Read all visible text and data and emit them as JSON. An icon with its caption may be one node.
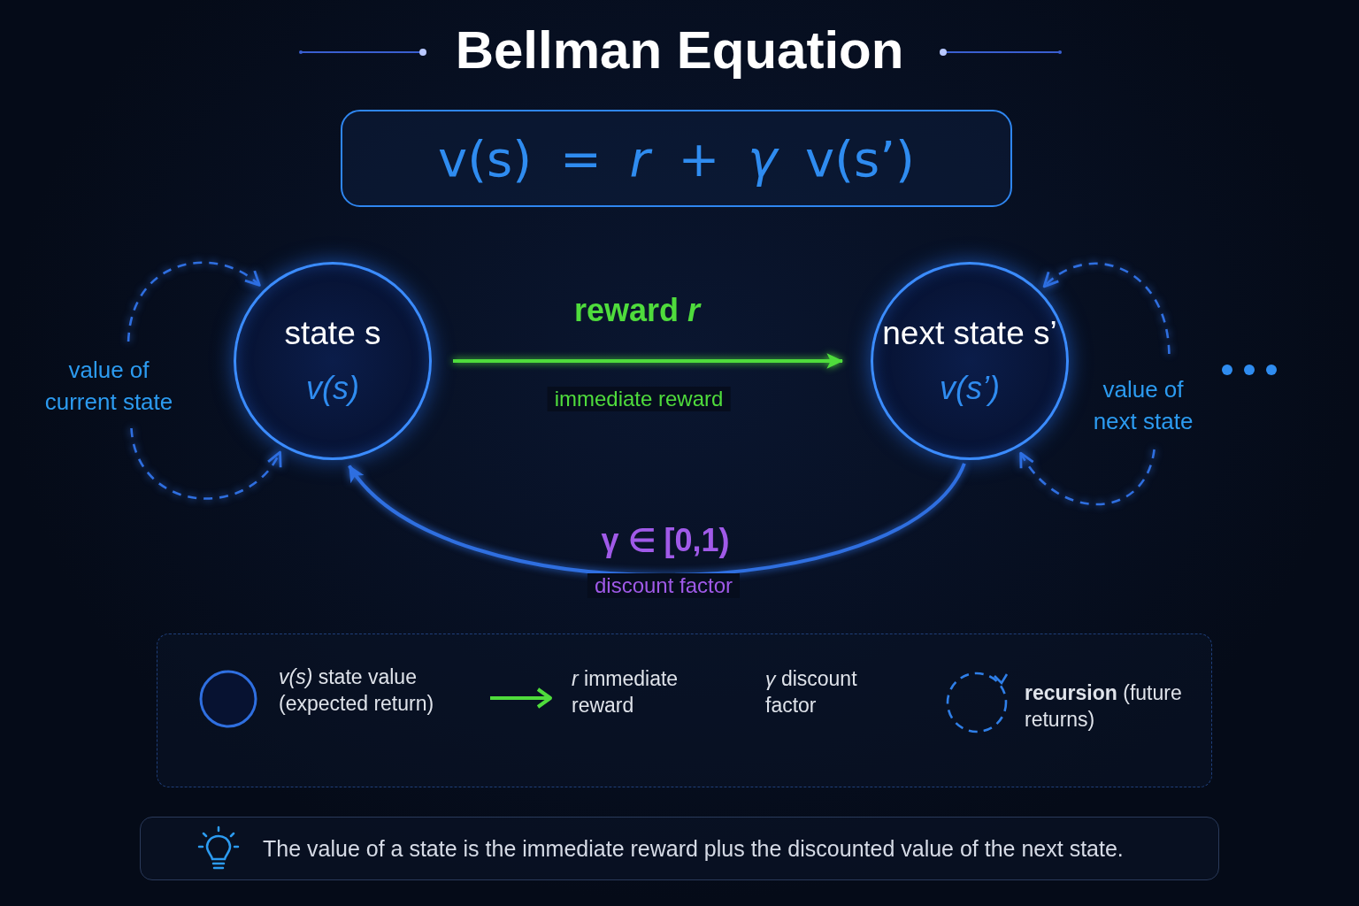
{
  "diagram": {
    "title": "Bellman Equation",
    "nodes": [
      {
        "text": [
          "v(s) = *r* + *γ* v(s’)"
        ]
      },
      {
        "text": [
          "value of current state"
        ]
      },
      {
        "text": [
          "state s",
          "v(s)"
        ]
      },
      {
        "text": [
          "next state s’",
          "v(s’)"
        ]
      },
      {
        "text": [
          "value of next state"
        ]
      },
      {
        "text": [
          "The value of a state is the immediate reward plus the discounted value of the next state."
        ]
      }
    ],
    "edges": [
      {
        "from": 2,
        "to": 3,
        "arrow": "to",
        "label": "reward *r*",
        "color": "#4fdc3c"
      },
      {
        "from": 3,
        "to": 2,
        "arrow": "to",
        "label": "γ ∈ [0,1)"
      },
      {
        "from": 1,
        "to": 2,
        "arrow": "to",
        "style": "dashed"
      },
      {
        "from": 1,
        "to": 2,
        "arrow": "to",
        "style": "dashed"
      },
      {
        "from": 4,
        "to": 3,
        "arrow": "to",
        "style": "dashed"
      },
      {
        "from": 4,
        "to": 3,
        "arrow": "to",
        "style": "dashed"
      }
    ],
    "labels": [
      "immediate reward",
      "discount factor"
    ],
    "legend": [
      {
        "text": "*v(s)* state value (expected return)"
      },
      {
        "text": "*r* immediate reward"
      },
      {
        "text": "*γ* discount factor"
      },
      {
        "text": "**recursion** (future returns)"
      }
    ]
  }
}
